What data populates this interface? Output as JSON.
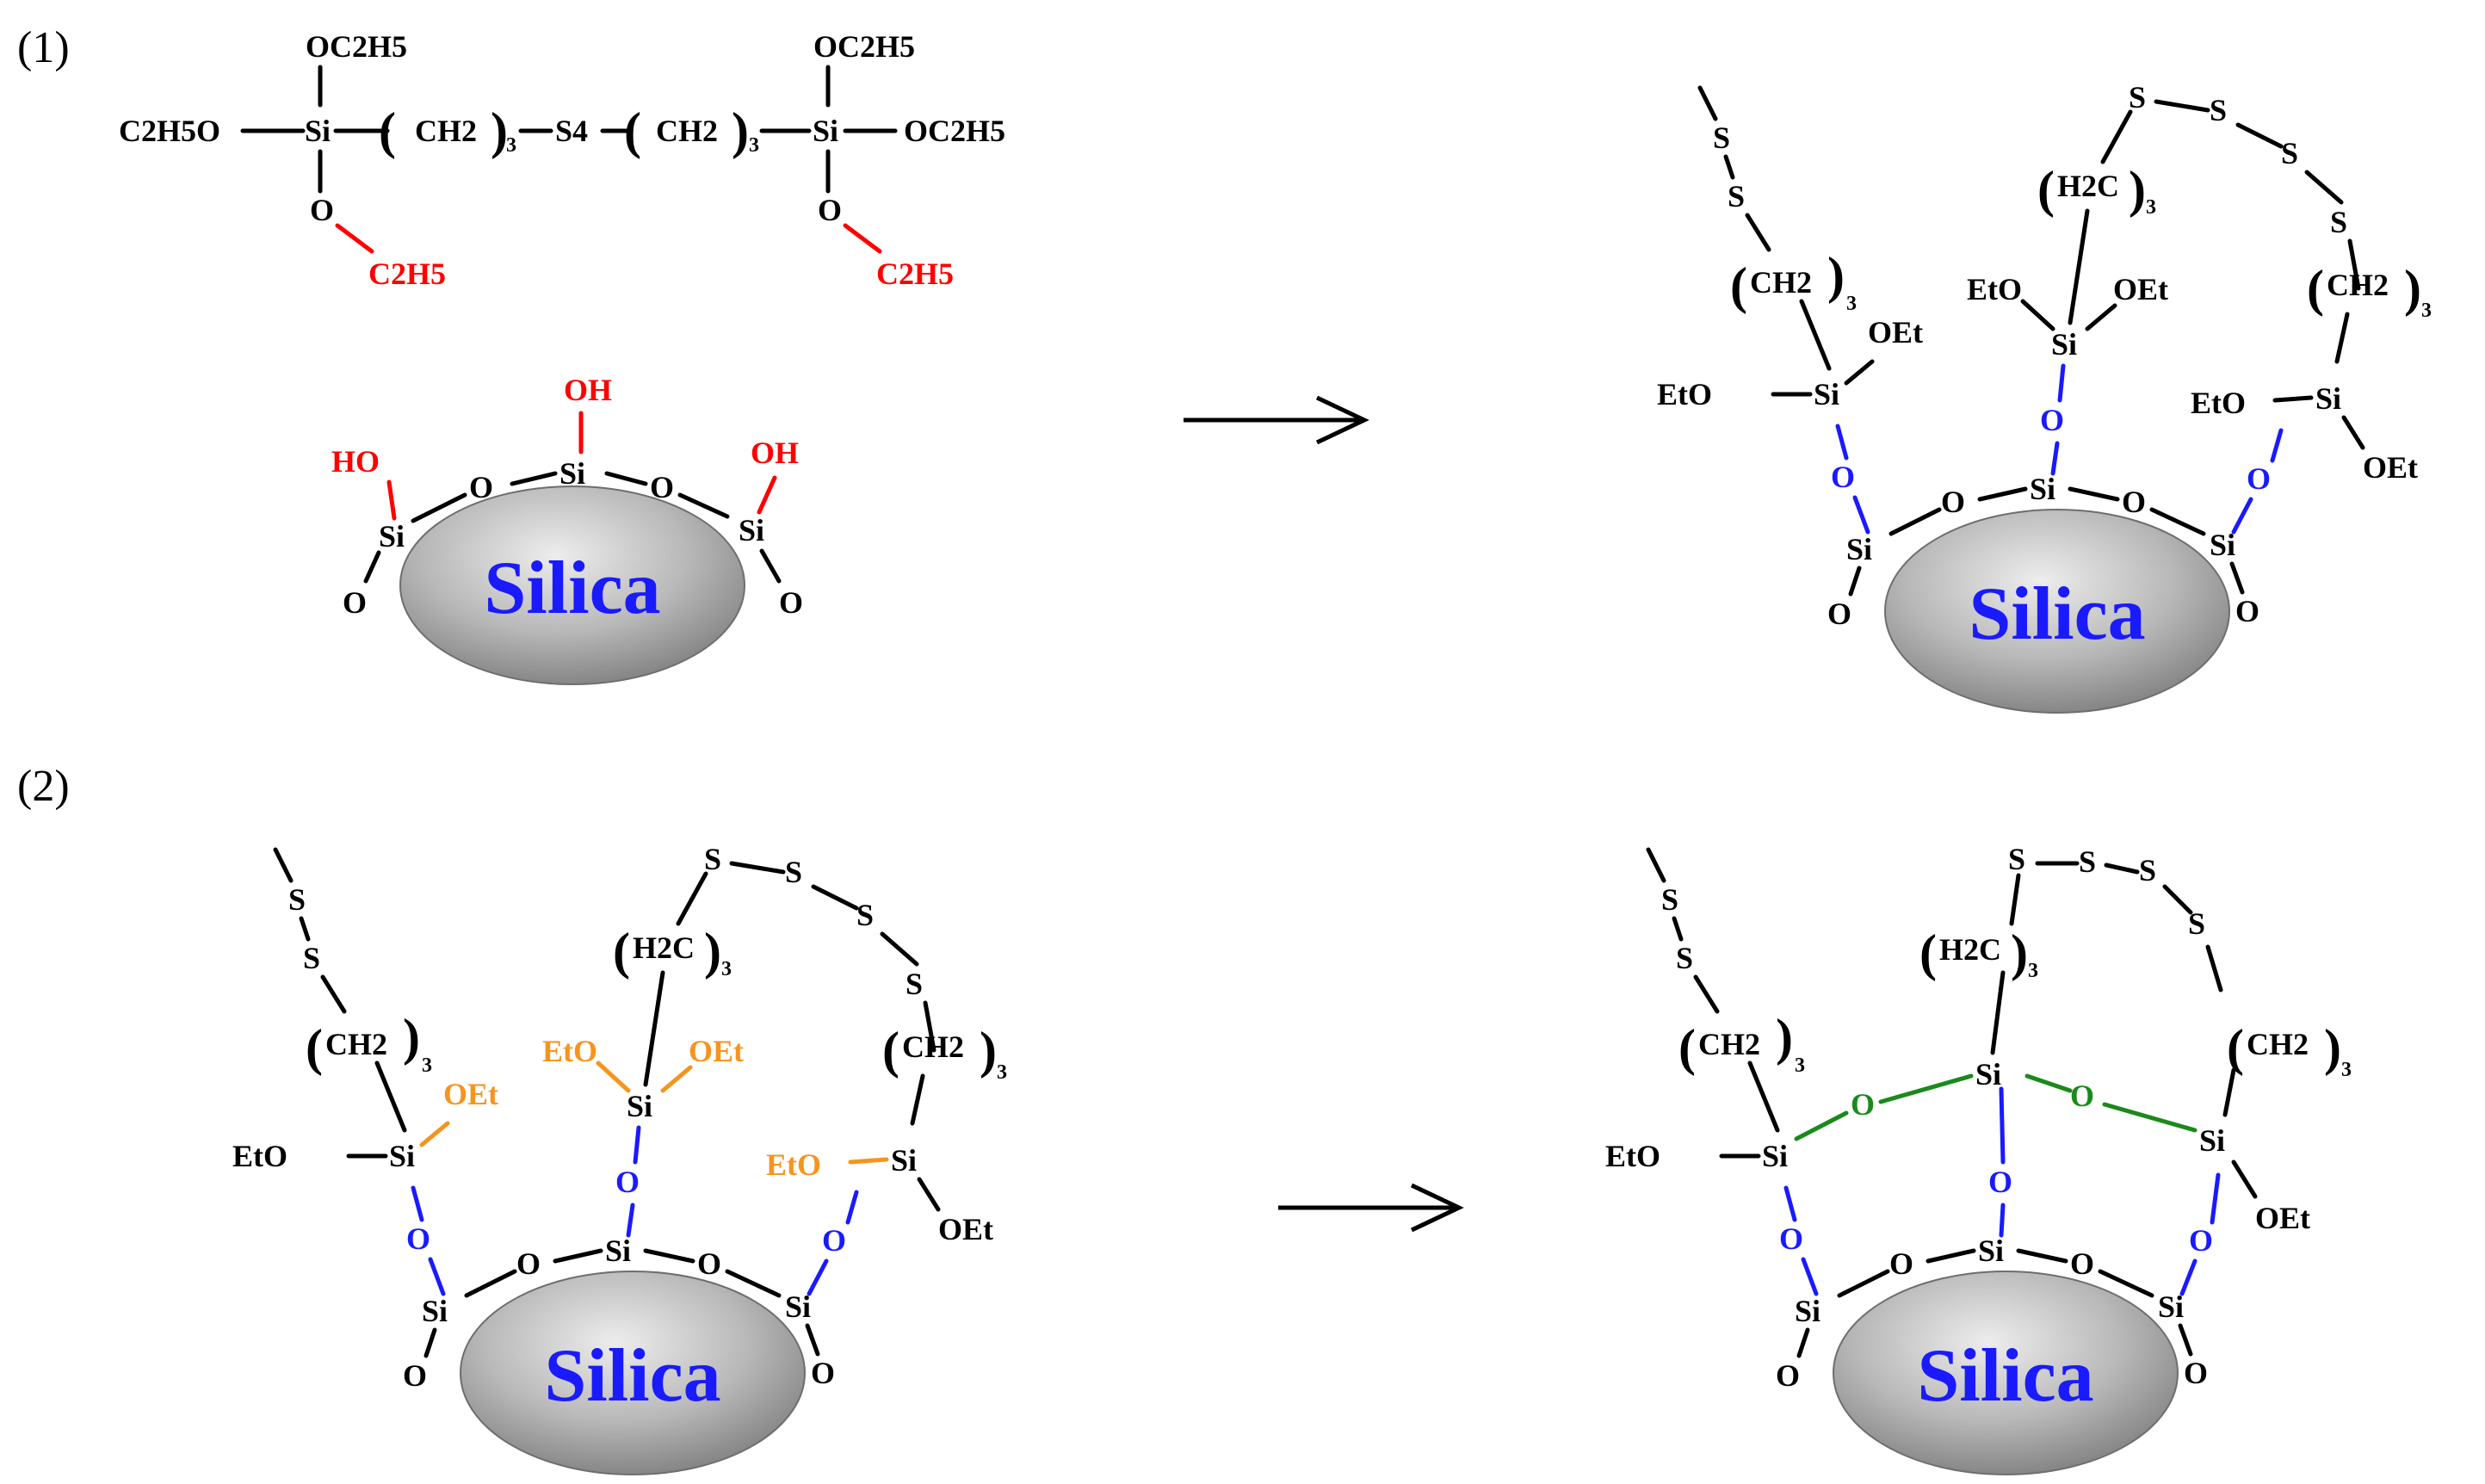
{
  "colors": {
    "black": "#000000",
    "red": "#ff0000",
    "blue": "#1a1aff",
    "orange": "#f7941d",
    "green": "#1a8a1a",
    "silica_fill": "#b8b8b8"
  },
  "panels": {
    "p1": "(1)",
    "p2": "(2)"
  },
  "silane": {
    "oc2h5": "OC2H5",
    "c2h5o": "C2H5O",
    "si": "Si",
    "ch2": "CH2",
    "sub3": "3",
    "s4": "S4",
    "o": "O",
    "c2h5": "C2H5"
  },
  "labels": {
    "silica": "Silica",
    "si": "Si",
    "o": "O",
    "oh": "OH",
    "ho": "HO",
    "s": "S",
    "oet": "OEt",
    "eto": "EtO",
    "ch2": "CH2",
    "h2c": "H2C",
    "sub3": "3"
  }
}
